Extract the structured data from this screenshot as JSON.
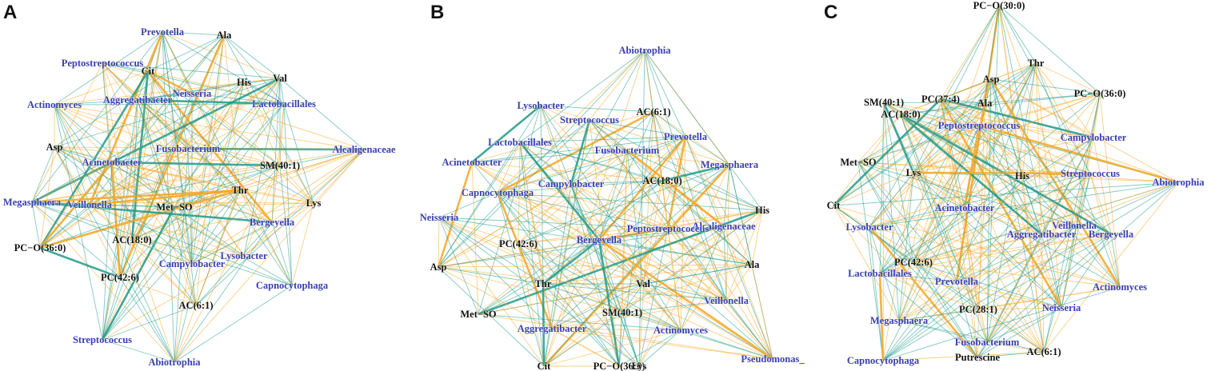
{
  "colors": {
    "positive_edge": "#f5a623",
    "negative_edge": "#1f9a8a",
    "microbe_label": "#3a3fae",
    "metabolite_label": "#111111"
  },
  "panels": [
    {
      "letter": "A",
      "nodes": [
        {
          "label": "Prevotella",
          "type": "microbe"
        },
        {
          "label": "Ala",
          "type": "metabolite"
        },
        {
          "label": "Peptostreptococcus",
          "type": "microbe"
        },
        {
          "label": "Cit",
          "type": "metabolite"
        },
        {
          "label": "His",
          "type": "metabolite"
        },
        {
          "label": "Val",
          "type": "metabolite"
        },
        {
          "label": "Actinomyces",
          "type": "microbe"
        },
        {
          "label": "Neisseria",
          "type": "microbe"
        },
        {
          "label": "Aggregatibacter",
          "type": "microbe"
        },
        {
          "label": "Lactobacillales",
          "type": "microbe"
        },
        {
          "label": "Fusobacterium",
          "type": "microbe"
        },
        {
          "label": "Alcaligenaceae",
          "type": "microbe"
        },
        {
          "label": "Asp",
          "type": "metabolite"
        },
        {
          "label": "Acinetobacter",
          "type": "microbe"
        },
        {
          "label": "SM(40:1)",
          "type": "metabolite"
        },
        {
          "label": "Thr",
          "type": "metabolite"
        },
        {
          "label": "Megasphaera",
          "type": "microbe"
        },
        {
          "label": "Veillonella",
          "type": "microbe"
        },
        {
          "label": "Met−SO",
          "type": "metabolite"
        },
        {
          "label": "Lys",
          "type": "metabolite"
        },
        {
          "label": "Bergeyella",
          "type": "microbe"
        },
        {
          "label": "PC−O(36:0)",
          "type": "metabolite"
        },
        {
          "label": "AC(18:0)",
          "type": "metabolite"
        },
        {
          "label": "Lysobacter",
          "type": "microbe"
        },
        {
          "label": "PC(42:6)",
          "type": "metabolite"
        },
        {
          "label": "Campylobacter",
          "type": "microbe"
        },
        {
          "label": "Capnocytophaga",
          "type": "microbe"
        },
        {
          "label": "AC(6:1)",
          "type": "metabolite"
        },
        {
          "label": "Streptococcus",
          "type": "microbe"
        },
        {
          "label": "Abiotrophia",
          "type": "microbe"
        }
      ]
    },
    {
      "letter": "B",
      "nodes": [
        {
          "label": "Abiotrophia",
          "type": "microbe"
        },
        {
          "label": "Lysobacter",
          "type": "microbe"
        },
        {
          "label": "AC(6:1)",
          "type": "metabolite"
        },
        {
          "label": "Streptococcus",
          "type": "microbe"
        },
        {
          "label": "Lactobacillales",
          "type": "microbe"
        },
        {
          "label": "Prevotella",
          "type": "microbe"
        },
        {
          "label": "Fusobacterium",
          "type": "microbe"
        },
        {
          "label": "Acinetobacter",
          "type": "microbe"
        },
        {
          "label": "Megasphaera",
          "type": "microbe"
        },
        {
          "label": "AC(18:0)",
          "type": "metabolite"
        },
        {
          "label": "Capnocytophaga",
          "type": "microbe"
        },
        {
          "label": "Campylobacter",
          "type": "microbe"
        },
        {
          "label": "Neisseria",
          "type": "microbe"
        },
        {
          "label": "Alcaligenaceae",
          "type": "microbe"
        },
        {
          "label": "His",
          "type": "metabolite"
        },
        {
          "label": "Peptostreptococcus",
          "type": "microbe"
        },
        {
          "label": "PC(42:6)",
          "type": "metabolite"
        },
        {
          "label": "Bergeyella",
          "type": "microbe"
        },
        {
          "label": "Asp",
          "type": "metabolite"
        },
        {
          "label": "Ala",
          "type": "metabolite"
        },
        {
          "label": "Thr",
          "type": "metabolite"
        },
        {
          "label": "Val",
          "type": "metabolite"
        },
        {
          "label": "Veillonella",
          "type": "microbe"
        },
        {
          "label": "Met−SO",
          "type": "metabolite"
        },
        {
          "label": "SM(40:1)",
          "type": "metabolite"
        },
        {
          "label": "Aggregatibacter",
          "type": "microbe"
        },
        {
          "label": "Actinomyces",
          "type": "microbe"
        },
        {
          "label": "Pseudomonas_",
          "type": "microbe"
        },
        {
          "label": "Cit",
          "type": "metabolite"
        },
        {
          "label": "PC−O(36:0)",
          "type": "metabolite"
        },
        {
          "label": "Lys",
          "type": "metabolite"
        }
      ]
    },
    {
      "letter": "C",
      "nodes": [
        {
          "label": "PC−O(30:0)",
          "type": "metabolite"
        },
        {
          "label": "Thr",
          "type": "metabolite"
        },
        {
          "label": "Asp",
          "type": "metabolite"
        },
        {
          "label": "SM(40:1)",
          "type": "metabolite"
        },
        {
          "label": "PC(37:4)",
          "type": "metabolite"
        },
        {
          "label": "Ala",
          "type": "metabolite"
        },
        {
          "label": "PC−O(36:0)",
          "type": "metabolite"
        },
        {
          "label": "AC(18:0)",
          "type": "metabolite"
        },
        {
          "label": "Peptostreptococcus",
          "type": "microbe"
        },
        {
          "label": "Campylobacter",
          "type": "microbe"
        },
        {
          "label": "Met−SO",
          "type": "metabolite"
        },
        {
          "label": "Lys",
          "type": "metabolite"
        },
        {
          "label": "His",
          "type": "metabolite"
        },
        {
          "label": "Streptococcus",
          "type": "microbe"
        },
        {
          "label": "Abiotrophia",
          "type": "microbe"
        },
        {
          "label": "Cit",
          "type": "metabolite"
        },
        {
          "label": "Acinetobacter",
          "type": "microbe"
        },
        {
          "label": "Veillonella",
          "type": "microbe"
        },
        {
          "label": "Lysobacter",
          "type": "microbe"
        },
        {
          "label": "Aggregatibacter",
          "type": "microbe"
        },
        {
          "label": "Bergeyella",
          "type": "microbe"
        },
        {
          "label": "PC(42:6)",
          "type": "metabolite"
        },
        {
          "label": "Lactobacillales",
          "type": "microbe"
        },
        {
          "label": "Prevotella",
          "type": "microbe"
        },
        {
          "label": "Actinomyces",
          "type": "microbe"
        },
        {
          "label": "PC(28:1)",
          "type": "metabolite"
        },
        {
          "label": "Neisseria",
          "type": "microbe"
        },
        {
          "label": "Megasphaera",
          "type": "microbe"
        },
        {
          "label": "Fusobacterium",
          "type": "microbe"
        },
        {
          "label": "Putrescine",
          "type": "metabolite"
        },
        {
          "label": "AC(6:1)",
          "type": "metabolite"
        },
        {
          "label": "Capnocytophaga",
          "type": "microbe"
        }
      ]
    }
  ]
}
